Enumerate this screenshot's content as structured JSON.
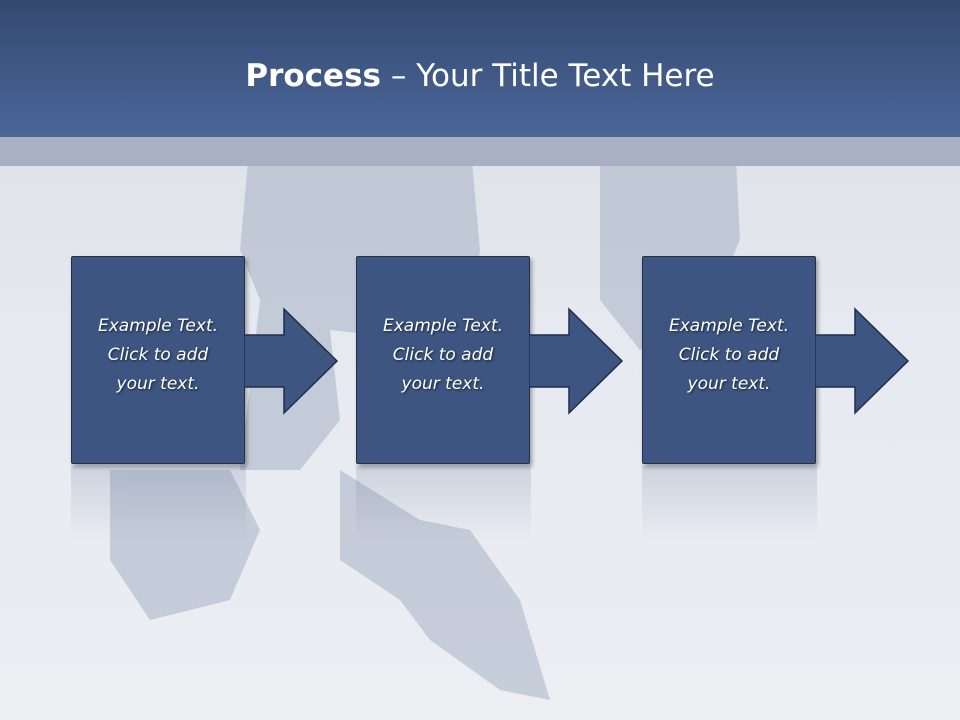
{
  "slide": {
    "title_bold": "Process",
    "title_rest": " – Your Title Text Here"
  },
  "steps": [
    {
      "text": "Example Text.\nClick  to add\nyour text."
    },
    {
      "text": "Example Text.\nClick  to add\nyour text."
    },
    {
      "text": "Example Text.\nClick  to add\nyour text."
    }
  ],
  "colors": {
    "header": "#3f5788",
    "box": "#3d5580",
    "band": "#a9b0c3"
  }
}
